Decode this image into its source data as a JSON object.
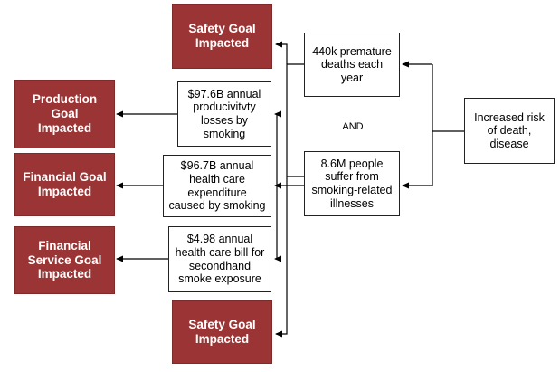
{
  "goals": {
    "safety_top": "Safety Goal\nImpacted",
    "production": "Production\nGoal\nImpacted",
    "financial": "Financial Goal\nImpacted",
    "financial_service": "Financial\nService Goal\nImpacted",
    "safety_bottom": "Safety Goal\nImpacted"
  },
  "facts": {
    "productivity": "$97.6B annual\nproducivitvty\nlosses by\nsmoking",
    "health_care": "$96.7B annual\nhealth care\nexpenditure\ncaused by smoking",
    "secondhand": "$4.98 annual\nhealth care bill for\nsecondhand\nsmoke exposure",
    "deaths": "440k premature\ndeaths each\nyear",
    "illnesses": "8.6M people\nsuffer from\nsmoking-related\nillnesses",
    "risk": "Increased risk\nof death,\ndisease"
  },
  "connector": {
    "and_label": "AND"
  },
  "colors": {
    "goal_fill": "#9b3535",
    "line": "#000000"
  }
}
